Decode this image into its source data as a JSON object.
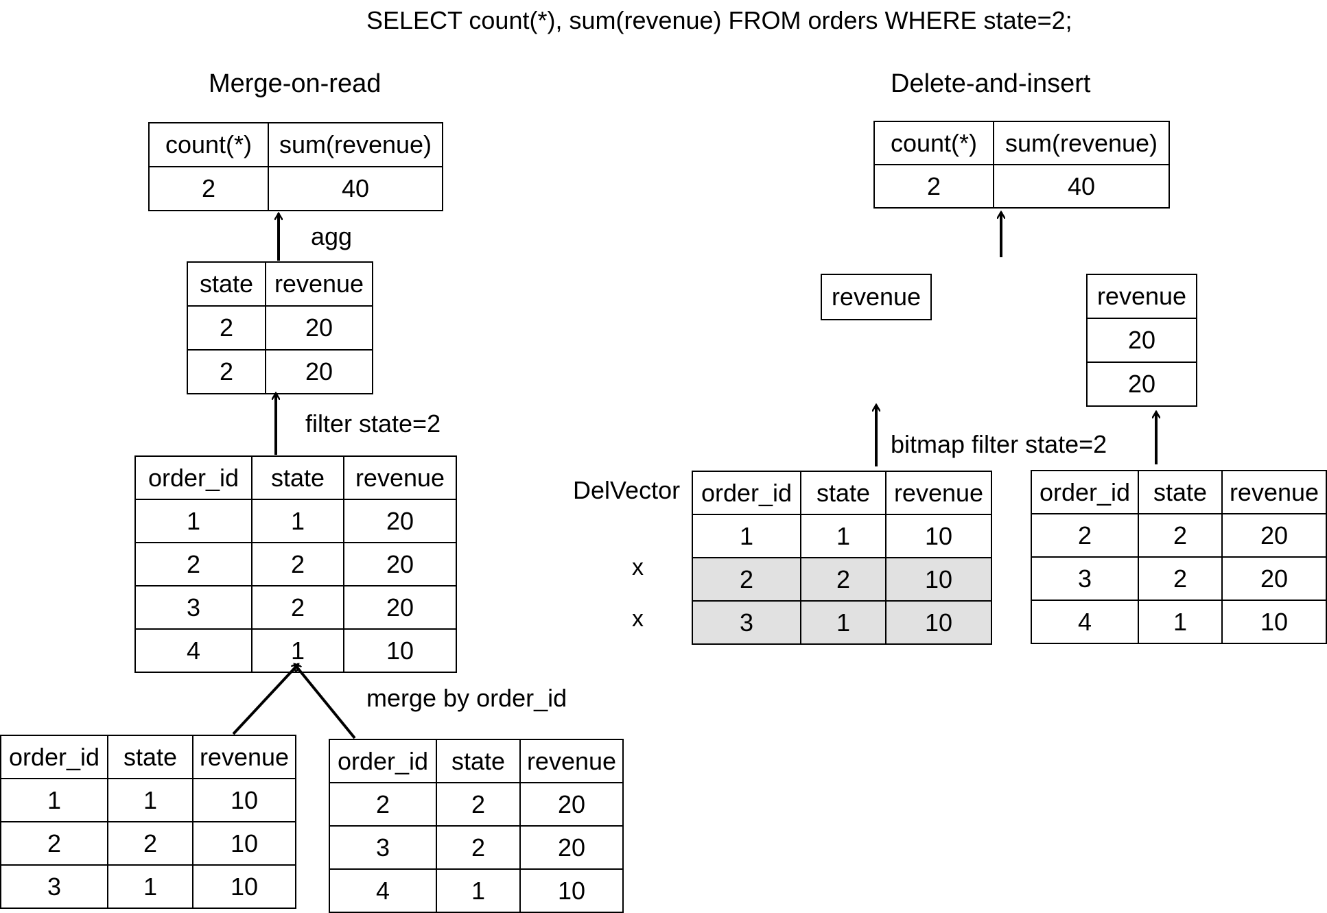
{
  "query": "SELECT count(*), sum(revenue) FROM orders WHERE state=2;",
  "merge_on_read": {
    "title": "Merge-on-read",
    "result": {
      "headers": [
        "count(*)",
        "sum(revenue)"
      ],
      "rows": [
        [
          "2",
          "40"
        ]
      ]
    },
    "agg_label": "agg",
    "filtered": {
      "headers": [
        "state",
        "revenue"
      ],
      "rows": [
        [
          "2",
          "20"
        ],
        [
          "2",
          "20"
        ]
      ]
    },
    "filter_label": "filter state=2",
    "merged": {
      "headers": [
        "order_id",
        "state",
        "revenue"
      ],
      "rows": [
        [
          "1",
          "1",
          "20"
        ],
        [
          "2",
          "2",
          "20"
        ],
        [
          "3",
          "2",
          "20"
        ],
        [
          "4",
          "1",
          "10"
        ]
      ]
    },
    "merge_label": "merge by order_id",
    "base": {
      "headers": [
        "order_id",
        "state",
        "revenue"
      ],
      "rows": [
        [
          "1",
          "1",
          "10"
        ],
        [
          "2",
          "2",
          "10"
        ],
        [
          "3",
          "1",
          "10"
        ]
      ]
    },
    "delta": {
      "headers": [
        "order_id",
        "state",
        "revenue"
      ],
      "rows": [
        [
          "2",
          "2",
          "20"
        ],
        [
          "3",
          "2",
          "20"
        ],
        [
          "4",
          "1",
          "10"
        ]
      ]
    }
  },
  "delete_and_insert": {
    "title": "Delete-and-insert",
    "result": {
      "headers": [
        "count(*)",
        "sum(revenue)"
      ],
      "rows": [
        [
          "2",
          "40"
        ]
      ]
    },
    "left_revenue": {
      "headers": [
        "revenue"
      ],
      "rows": []
    },
    "right_revenue": {
      "headers": [
        "revenue"
      ],
      "rows": [
        [
          "20"
        ],
        [
          "20"
        ]
      ]
    },
    "filter_label": "bitmap filter state=2",
    "delvector_label": "DelVector",
    "delvector_marks": [
      "",
      "x",
      "x"
    ],
    "old_rowset": {
      "headers": [
        "order_id",
        "state",
        "revenue"
      ],
      "rows": [
        [
          "1",
          "1",
          "10"
        ],
        [
          "2",
          "2",
          "10"
        ],
        [
          "3",
          "1",
          "10"
        ]
      ],
      "deleted_rows": [
        1,
        2
      ]
    },
    "new_rowset": {
      "headers": [
        "order_id",
        "state",
        "revenue"
      ],
      "rows": [
        [
          "2",
          "2",
          "20"
        ],
        [
          "3",
          "2",
          "20"
        ],
        [
          "4",
          "1",
          "10"
        ]
      ]
    }
  }
}
